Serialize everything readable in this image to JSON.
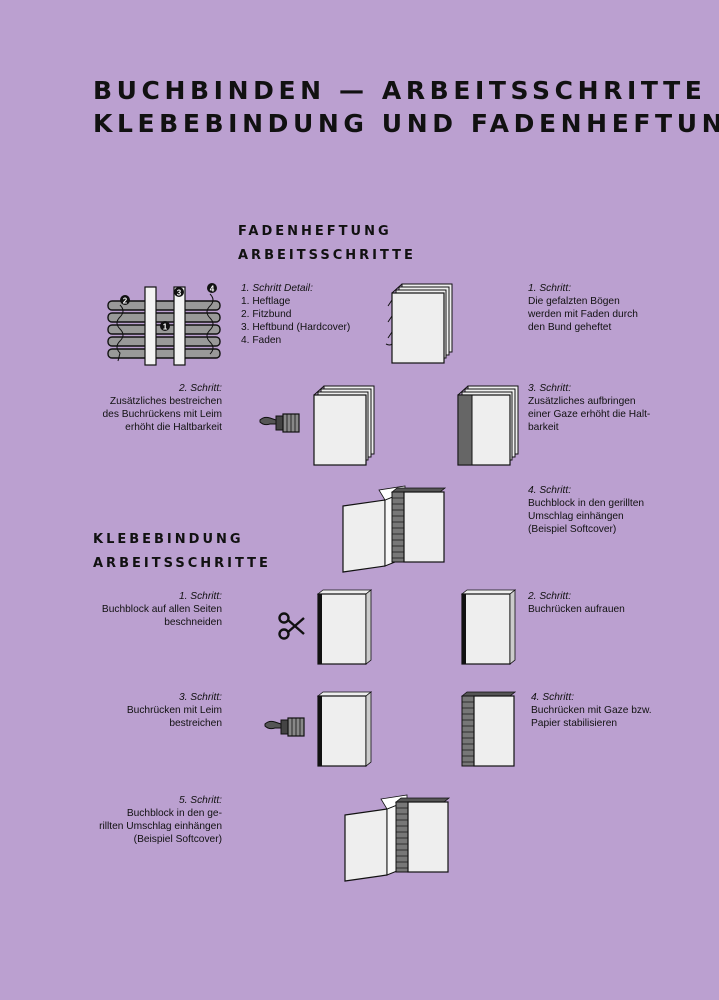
{
  "title": {
    "line1": "BUCHBINDEN — ARBEITSSCHRITTE",
    "line2": "KLEBEBINDUNG UND FADENHEFTUNG"
  },
  "fadenheftung": {
    "heading": {
      "line1": "FADENHEFTUNG",
      "line2": "ARBEITSSCHRITTE"
    },
    "detail": {
      "heading": "1. Schritt Detail:",
      "items": [
        "1. Heftlage",
        "2. Fitzbund",
        "3. Heftbund (Hardcover)",
        "4. Faden"
      ],
      "markers": [
        "1",
        "2",
        "3",
        "4"
      ]
    },
    "steps": [
      {
        "heading": "1. Schritt:",
        "text": "Die gefalzten Bögen\nwerden mit Faden durch\nden Bund geheftet"
      },
      {
        "heading": "2. Schritt:",
        "text": "Zusätzliches bestreichen\ndes Buchrückens mit Leim\nerhöht die Haltbarkeit"
      },
      {
        "heading": "3. Schritt:",
        "text": "Zusätzliches aufbringen\neiner Gaze erhöht die Halt-\nbarkeit"
      },
      {
        "heading": "4. Schritt:",
        "text": "Buchblock in den gerillten\nUmschlag einhängen\n(Beispiel Softcover)"
      }
    ]
  },
  "klebebindung": {
    "heading": {
      "line1": "KLEBEBINDUNG",
      "line2": "ARBEITSSCHRITTE"
    },
    "steps": [
      {
        "heading": "1. Schritt:",
        "text": "Buchblock auf allen Seiten\nbeschneiden"
      },
      {
        "heading": "2. Schritt:",
        "text": "Buchrücken aufrauen"
      },
      {
        "heading": "3. Schritt:",
        "text": "Buchrücken mit Leim\nbestreichen"
      },
      {
        "heading": "4. Schritt:",
        "text": "Buchrücken mit Gaze bzw.\nPapier stabilisieren"
      },
      {
        "heading": "5. Schritt:",
        "text": "Buchblock in den ge-\nrillten Umschlag einhängen\n(Beispiel Softcover)"
      }
    ]
  },
  "colors": {
    "background": "#bba0d0",
    "ink": "#111111",
    "paper": "#eeeeee",
    "grey": "#8a8a8a"
  }
}
